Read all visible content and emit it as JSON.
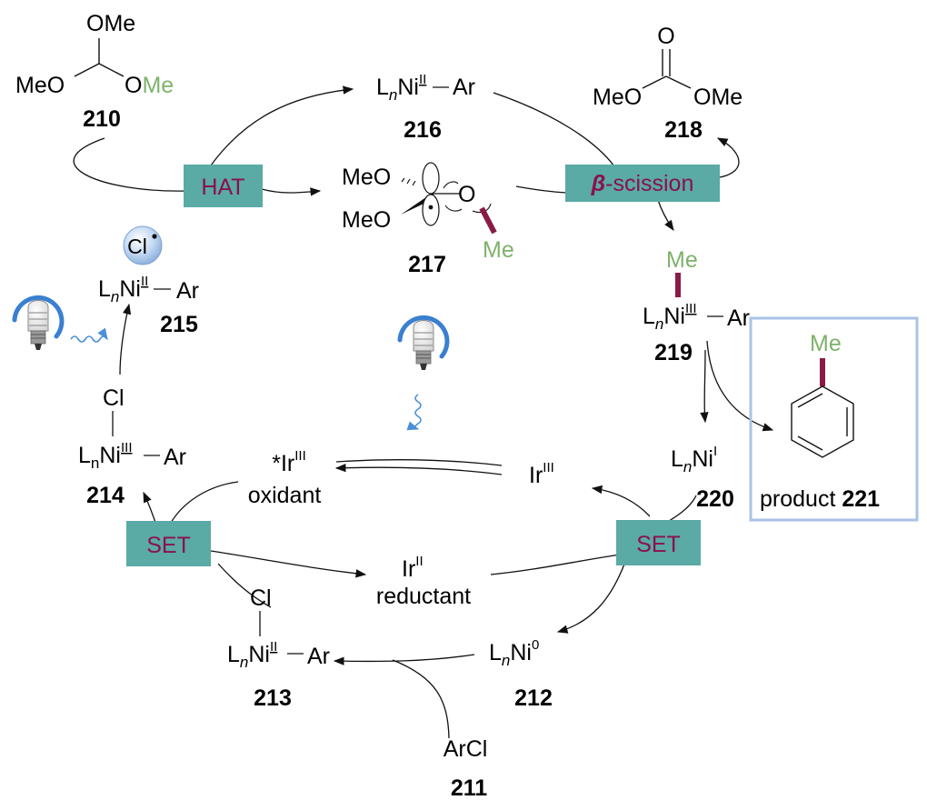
{
  "compounds": {
    "c210": {
      "number": "210",
      "ome_top": "OMe",
      "meo": "MeO",
      "o": "O",
      "me_green": "Me"
    },
    "c216": {
      "number": "216",
      "ln": "L",
      "n": "n",
      "ni": "Ni",
      "ox": "II",
      "ar": "Ar"
    },
    "c218": {
      "number": "218",
      "o_top": "O",
      "meo": "MeO",
      "ome": "OMe"
    },
    "c217": {
      "number": "217",
      "meo1": "MeO",
      "meo2": "MeO",
      "o": "O",
      "me": "Me"
    },
    "c215": {
      "number": "215",
      "cl": "Cl",
      "ln": "L",
      "n": "n",
      "ni": "Ni",
      "ox": "II",
      "ar": "Ar"
    },
    "c219": {
      "number": "219",
      "me": "Me",
      "ln": "L",
      "n": "n",
      "ni": "Ni",
      "ox": "III",
      "ar": "Ar"
    },
    "c214": {
      "number": "214",
      "cl": "Cl",
      "ln": "L",
      "n": "n",
      "ni": "Ni",
      "ox": "III",
      "ar": "Ar"
    },
    "c220": {
      "number": "220",
      "ln": "L",
      "n": "n",
      "ni": "Ni",
      "ox": "I"
    },
    "c213": {
      "number": "213",
      "cl": "Cl",
      "ln": "L",
      "n": "n",
      "ni": "Ni",
      "ox": "II",
      "ar": "Ar"
    },
    "c212": {
      "number": "212",
      "ln": "L",
      "n": "n",
      "ni": "Ni",
      "ox": "0"
    },
    "c211": {
      "number": "211",
      "name": "ArCl"
    },
    "c221": {
      "me": "Me",
      "label": "product",
      "number": "221"
    }
  },
  "iridium": {
    "excited": {
      "star": "*Ir",
      "ox": "III",
      "role": "oxidant"
    },
    "ground": {
      "ir": "Ir",
      "ox": "III"
    },
    "reduced": {
      "ir": "Ir",
      "ox": "II",
      "role": "reductant"
    }
  },
  "steps": {
    "hat": "HAT",
    "beta_symbol": "β",
    "scission": "-scission",
    "set_left": "SET",
    "set_right": "SET"
  },
  "colors": {
    "teal_box": "#5aaaa6",
    "step_text": "#8a1050",
    "me_green": "#7fb26b",
    "bond_maroon": "#8a1a48",
    "frame_blue": "#a9c3e6",
    "light_blue": "#4a8fd6"
  },
  "icons": [
    "lightbulb-icon",
    "wavy-light-arrow",
    "chlorine-radical-sphere",
    "benzene-ring"
  ]
}
